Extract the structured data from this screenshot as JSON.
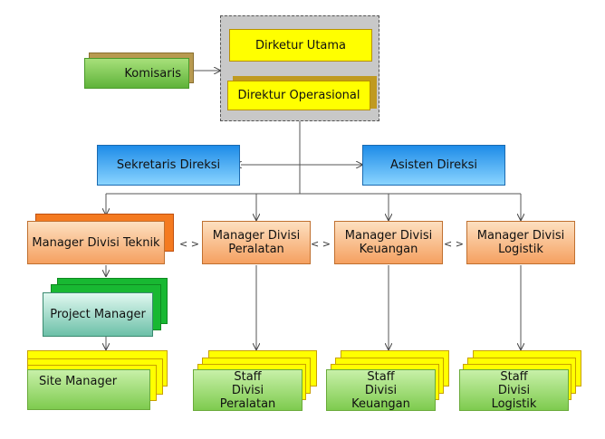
{
  "nodes": {
    "direktur_utama": "Dirketur Utama",
    "direktur_operasional": "Direktur Operasional",
    "komisaris": "Komisaris",
    "sekretaris": "Sekretaris Direksi",
    "asisten": "Asisten Direksi",
    "mgr_teknik": "Manager Divisi Teknik",
    "mgr_peralatan": "Manager Divisi Peralatan",
    "mgr_keuangan": "Manager Divisi Keuangan",
    "mgr_logistik": "Manager Divisi Logistik",
    "project_manager": "Project Manager",
    "site_manager": "Site Manager",
    "staff_peralatan": "Staff Divisi Peralatan",
    "staff_keuangan": "Staff Divisi Keuangan",
    "staff_logistik": "Staff Divisi Logistik"
  },
  "connector_label": "< >",
  "colors": {
    "yellow": "#ffff00",
    "green": "#7ecb4f",
    "blue": "#1e8ce8",
    "orange": "#f5a060",
    "gray_frame": "#c8c8c8"
  }
}
